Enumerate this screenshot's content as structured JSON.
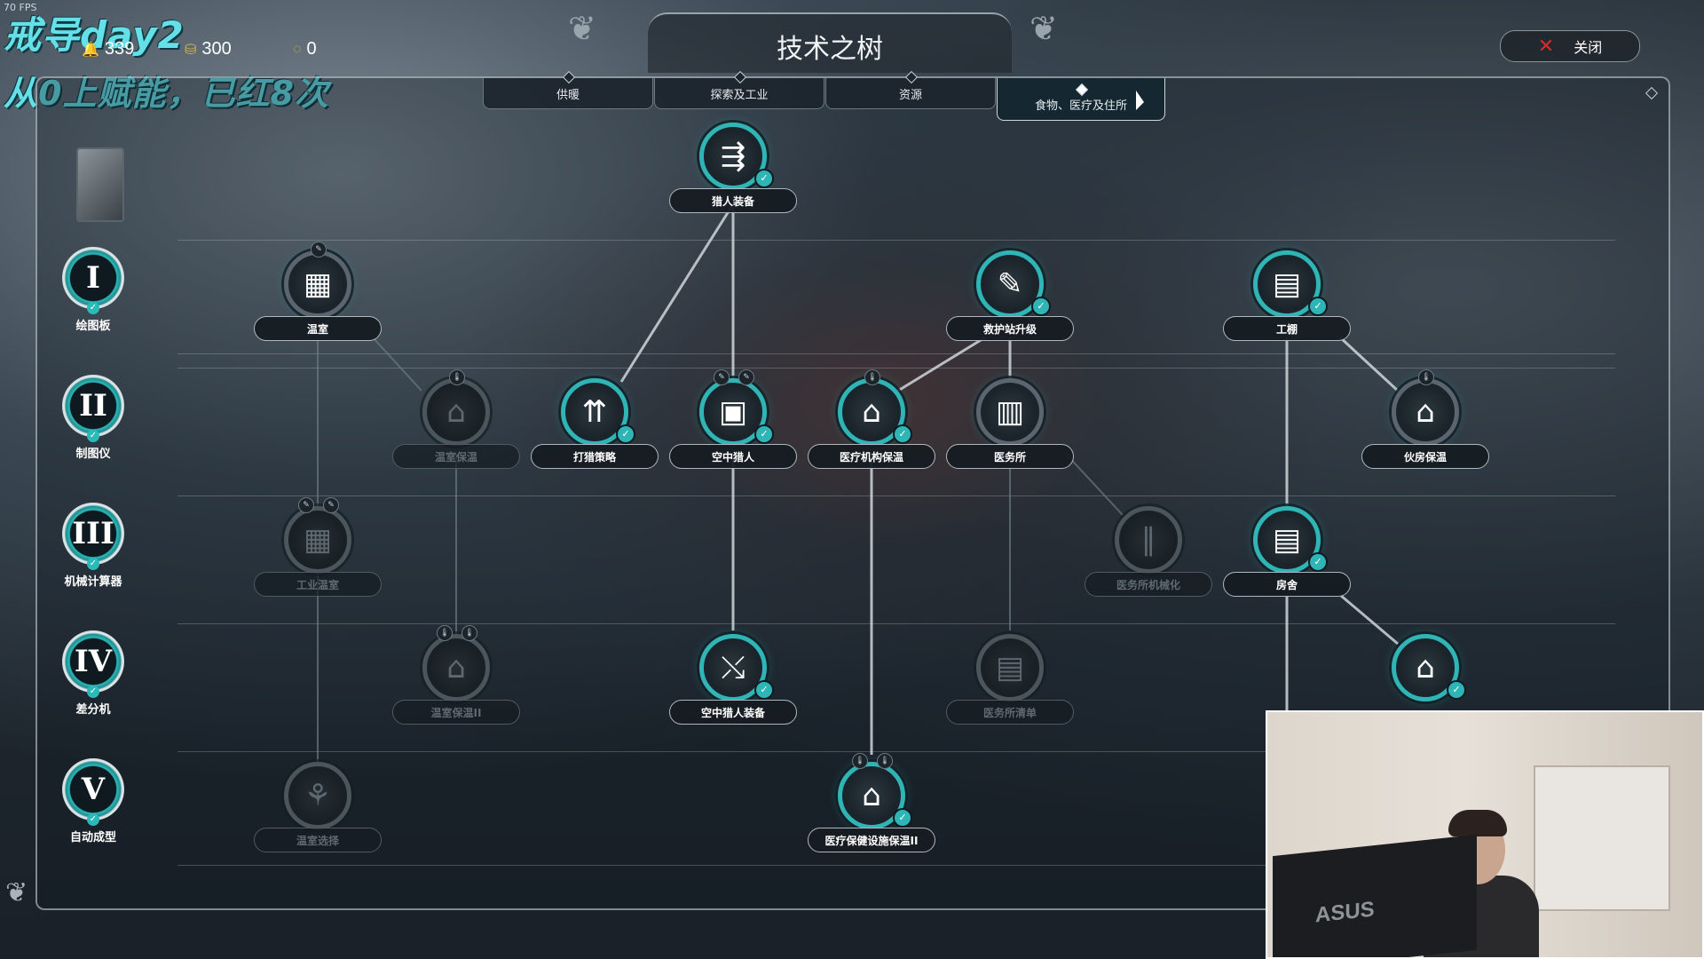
{
  "fps": "70 FPS",
  "overlay": {
    "line1": "戒导day2",
    "line2": "从0上赋能，已红8次"
  },
  "resources": [
    {
      "icon": "🔔",
      "value": "339"
    },
    {
      "icon": "⛁",
      "value": "300"
    },
    {
      "icon": "◌",
      "value": "0"
    }
  ],
  "window": {
    "title": "技术之树",
    "close_label": "关闭"
  },
  "tabs": [
    {
      "label": "供暖",
      "active": false
    },
    {
      "label": "探索及工业",
      "active": false
    },
    {
      "label": "资源",
      "active": false
    },
    {
      "label": "食物、医疗及住所",
      "active": true
    }
  ],
  "tiers": [
    {
      "numeral": "I",
      "label": "绘图板"
    },
    {
      "numeral": "II",
      "label": "制图仪"
    },
    {
      "numeral": "III",
      "label": "机械计算器"
    },
    {
      "numeral": "IV",
      "label": "差分机"
    },
    {
      "numeral": "V",
      "label": "自动成型"
    }
  ],
  "nodes": {
    "hunter_gear": {
      "label": "猎人装备",
      "icon": "arrows-icon",
      "glyph": "⇶",
      "state": "researched"
    },
    "greenhouse": {
      "label": "温室",
      "icon": "greenhouse-icon",
      "glyph": "▦",
      "state": "available"
    },
    "infirmary_upgrade": {
      "label": "救护站升级",
      "icon": "syringe-icon",
      "glyph": "✎",
      "state": "researched"
    },
    "workshop_tent": {
      "label": "工棚",
      "icon": "bunkhouse-icon",
      "glyph": "▤",
      "state": "researched"
    },
    "greenhouse_heating": {
      "label": "温室保温",
      "icon": "heat-house-icon",
      "glyph": "⌂",
      "state": "locked"
    },
    "hunting_strategy": {
      "label": "打猎策略",
      "icon": "hunting-strategy-icon",
      "glyph": "⇈",
      "state": "researched"
    },
    "sky_hunters": {
      "label": "空中猎人",
      "icon": "airship-icon",
      "glyph": "▣",
      "state": "researched"
    },
    "medical_heating": {
      "label": "医疗机构保温",
      "icon": "heat-house-icon",
      "glyph": "⌂",
      "state": "researched"
    },
    "medical_post": {
      "label": "医务所",
      "icon": "medical-post-icon",
      "glyph": "▥",
      "state": "available"
    },
    "bunk_heating": {
      "label": "伙房保温",
      "icon": "heat-house-icon",
      "glyph": "⌂",
      "state": "available"
    },
    "industrial_greenhouse": {
      "label": "工业温室",
      "icon": "industrial-greenhouse-icon",
      "glyph": "▦",
      "state": "locked"
    },
    "medical_mechanization": {
      "label": "医务所机械化",
      "icon": "mechanization-icon",
      "glyph": "∥",
      "state": "locked"
    },
    "house": {
      "label": "房舍",
      "icon": "house-icon",
      "glyph": "▤",
      "state": "researched"
    },
    "greenhouse_heating_2": {
      "label": "温室保温II",
      "icon": "heat-house-icon",
      "glyph": "⌂",
      "state": "locked"
    },
    "sky_hunter_gear": {
      "label": "空中猎人装备",
      "icon": "crossbow-icon",
      "glyph": "⤯",
      "state": "researched"
    },
    "medical_list": {
      "label": "医务所清单",
      "icon": "clipboard-icon",
      "glyph": "▤",
      "state": "locked"
    },
    "housing_upgrade": {
      "label": "",
      "icon": "house-upgrade-icon",
      "glyph": "⌂",
      "state": "researched"
    },
    "greenhouse_choice": {
      "label": "温室选择",
      "icon": "greenhouse-choice-icon",
      "glyph": "⚘",
      "state": "locked"
    },
    "medical_heating_2": {
      "label": "医疗保健设施保温II",
      "icon": "heat-house-icon",
      "glyph": "⌂",
      "state": "researched"
    }
  },
  "webcam": {
    "logo": "ASUS"
  },
  "colors": {
    "accent": "#2fb5b6",
    "overlay_text": "#66e0e8",
    "close_x": "#d82a2a"
  }
}
